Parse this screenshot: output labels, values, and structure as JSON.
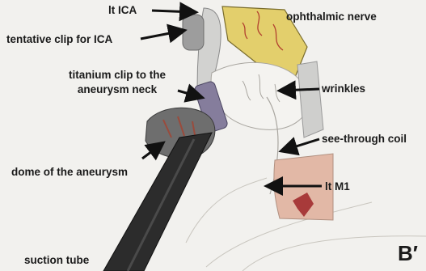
{
  "figure": {
    "panel_label": "B′",
    "labels": {
      "lt_ica": "lt ICA",
      "tentative_clip": "tentative clip for ICA",
      "titanium_clip_line1": "titanium clip to the",
      "titanium_clip_line2": "aneurysm neck",
      "ophthalmic_nerve": "ophthalmic nerve",
      "wrinkles": "wrinkles",
      "see_through_coil": "see-through coil",
      "dome": "dome of the aneurysm",
      "lt_m1": "lt M1",
      "suction_tube": "suction tube"
    },
    "colors": {
      "background": "#f2f1ee",
      "nerve_fill": "#e3cf6c",
      "clip_gray": "#9d9d9d",
      "titanium_clip": "#857d9c",
      "tube": "#2c2c2c",
      "dome": "#6e6e6e",
      "m1_fill": "#e2b8a6",
      "blood_red": "#a83a3a"
    }
  }
}
